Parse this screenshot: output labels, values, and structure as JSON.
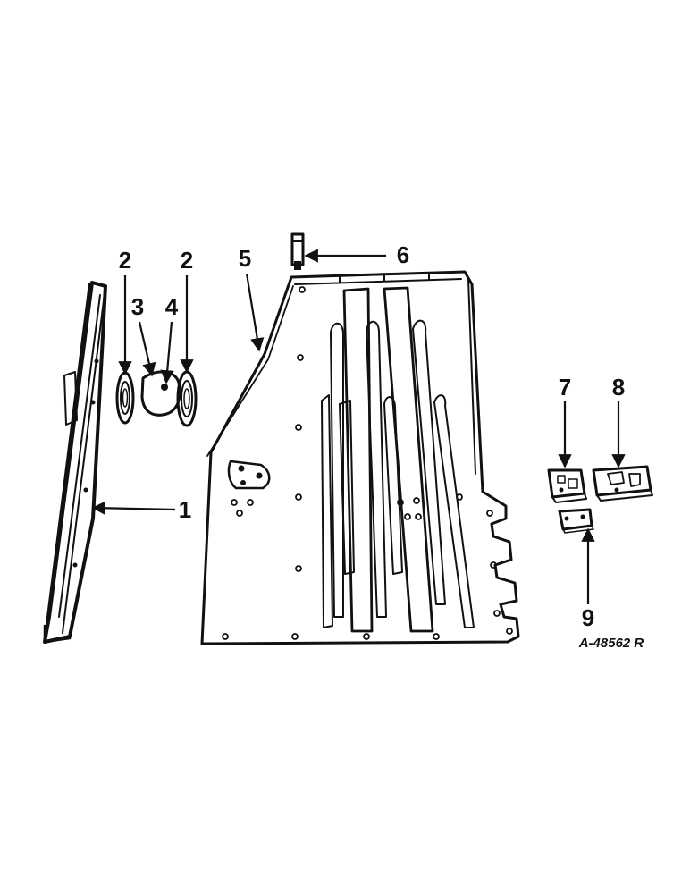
{
  "diagram": {
    "callouts": [
      "1",
      "2",
      "2",
      "3",
      "4",
      "5",
      "6",
      "7",
      "8",
      "9"
    ],
    "drawing_number": "A-48562 R"
  }
}
